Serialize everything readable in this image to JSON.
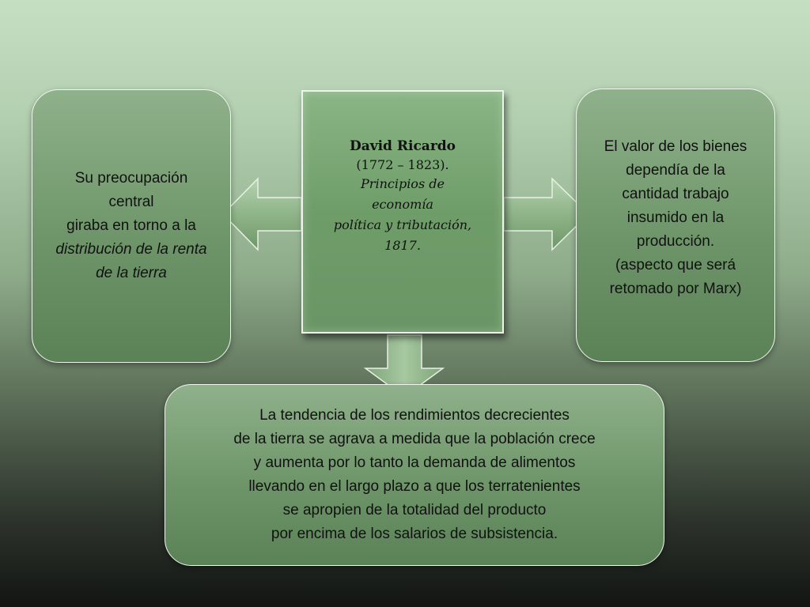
{
  "center": {
    "title": "David Ricardo",
    "years": "(1772 – 1823).",
    "work_line1": "Principios de",
    "work_line2": "economía",
    "work_line3": "política y tributación,",
    "work_line4": "1817."
  },
  "left": {
    "line1": "Su preocupación",
    "line2": "central",
    "line3": "giraba en torno a la",
    "line4": "distribución de la renta",
    "line5": "de la tierra"
  },
  "right": {
    "line1": "El valor de los bienes",
    "line2": "dependía de la",
    "line3": "cantidad trabajo",
    "line4": "insumido en la",
    "line5": "producción.",
    "line6": "(aspecto que será",
    "line7": "retomado por Marx)"
  },
  "bottom": {
    "line1": "La tendencia de los rendimientos decrecientes",
    "line2": "de la tierra se agrava a medida que la población crece",
    "line3": "y aumenta por lo tanto la demanda de alimentos",
    "line4": "llevando en el largo plazo a que los terratenientes",
    "line5": "se apropien de la totalidad del producto",
    "line6": "por encima de los salarios de subsistencia."
  },
  "colors": {
    "box_fill": "#6e9569",
    "arrow_fill": "#a8c8a3",
    "border": "#f2f6ef"
  }
}
